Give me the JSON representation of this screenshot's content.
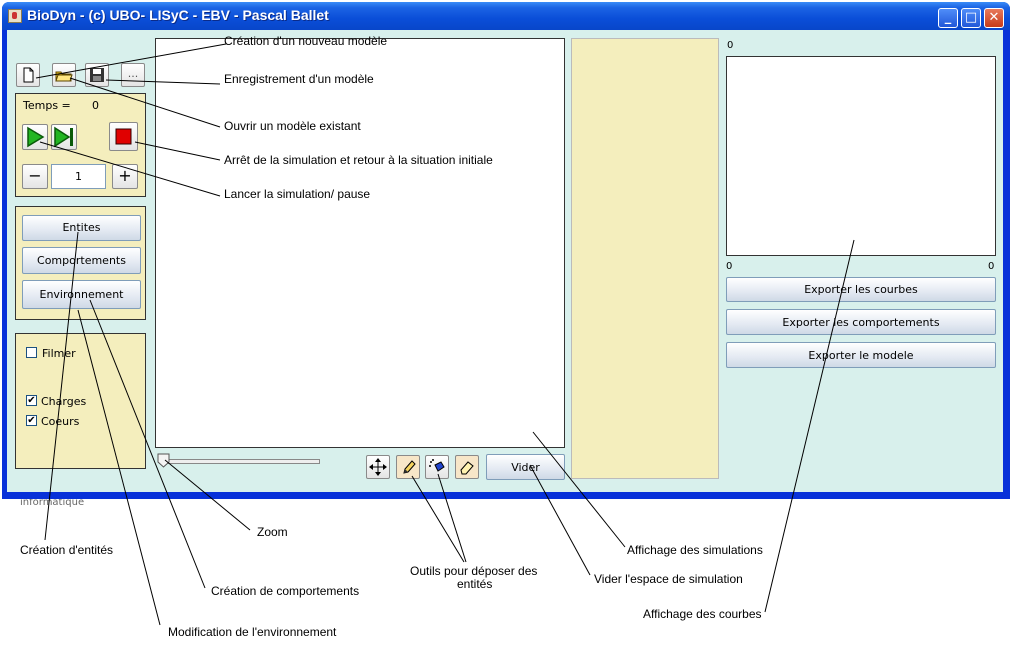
{
  "window": {
    "title": "BioDyn - (c) UBO- LISyC - EBV - Pascal Ballet",
    "minimize": "_",
    "maximize": "□",
    "close": "✕"
  },
  "toolbar": {
    "more_label": "..."
  },
  "simulation": {
    "time_label": "Temps =",
    "time_value": "0",
    "speed_value": "1",
    "minus": "−",
    "plus": "+"
  },
  "buttons": {
    "entites": "Entites",
    "comportements": "Comportements",
    "environnement": "Environnement",
    "vider": "Vider"
  },
  "display": {
    "filmer": "Filmer",
    "charges": "Charges",
    "coeurs": "Coeurs",
    "charges_checked": true,
    "coeurs_checked": true,
    "filmer_checked": false
  },
  "graph": {
    "y_top": "0",
    "x_left": "0",
    "x_right": "0"
  },
  "export": {
    "courbes": "Exporter les courbes",
    "comportements": "Exporter les comportements",
    "modele": "Exporter le modele"
  },
  "background_text": "informatique",
  "annotations": {
    "creation_modele": "Création d'un nouveau modèle",
    "enregistrement": "Enregistrement d'un modèle",
    "ouvrir": "Ouvrir un modèle existant",
    "arret": "Arrêt de la simulation et retour à la situation initiale",
    "lancer": "Lancer la simulation/ pause",
    "zoom": "Zoom",
    "creation_entites": "Création d'entités",
    "creation_comportements": "Création de comportements",
    "modification_env": "Modification de l'environnement",
    "outils_line1": "Outils pour déposer des",
    "outils_line2": "entités",
    "vider_espace": "Vider l'espace de simulation",
    "affichage_simulations": "Affichage des simulations",
    "affichage_courbes": "Affichage des courbes"
  },
  "colors": {
    "panel": "#f4eebd",
    "client": "#d8f0ec",
    "titlebar": "#0a4ed8",
    "stop": "#e00000",
    "play": "#22b522"
  }
}
